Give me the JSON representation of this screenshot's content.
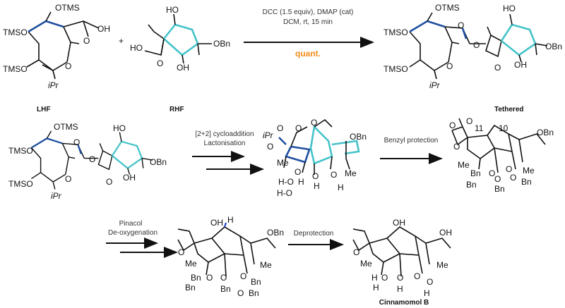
{
  "colors": {
    "left_fragment": "#1f4fa0",
    "right_fragment": "#45c3c9",
    "yield": "#f28c1b",
    "benzyl_label": "#1a3cd6",
    "highlight_h": "#1a3cd6"
  },
  "compounds": {
    "lhf": {
      "label": "LHF",
      "atoms": [
        "OTMS",
        "TMSO",
        "OH",
        "O",
        "TMSO",
        "O",
        "iPr"
      ]
    },
    "rhf": {
      "label": "RHF",
      "atoms": [
        "HO",
        "HO",
        "O",
        "OH",
        "OBn"
      ]
    },
    "tethered": {
      "label": "Tethered",
      "atoms": [
        "TMSO",
        "OTMS",
        "HO",
        "O",
        "O",
        "TMSO",
        "O",
        "iPr",
        "O",
        "OH",
        "OBn"
      ]
    },
    "tethered_copy": {
      "atoms": [
        "TMSO",
        "OTMS",
        "HO",
        "O",
        "O",
        "TMSO",
        "O",
        "iPr",
        "O",
        "OH",
        "OBn"
      ]
    },
    "cycloadduct": {
      "atoms": [
        "iPr",
        "O",
        "O",
        "O",
        "O",
        "OBn",
        "Me",
        "Me",
        "H-O",
        "H-O",
        "O",
        "H",
        "O",
        "H",
        "O",
        "H"
      ]
    },
    "benzylated": {
      "atoms": [
        "O",
        "O",
        "11",
        "10",
        "OBn",
        "O",
        "Me",
        "Me",
        "Bn",
        "O",
        "Bn",
        "O",
        "Bn",
        "O",
        "Bn",
        "O"
      ]
    },
    "deoxygenated": {
      "atoms": [
        "OH",
        "H",
        "OBn",
        "O",
        "Me",
        "Me",
        "Bn",
        "O",
        "Bn",
        "O",
        "Bn",
        "O",
        "Bn",
        "O",
        "Bn"
      ]
    },
    "cinnamomol_b": {
      "label": "Cinnamomol B",
      "atoms": [
        "OH",
        "OH",
        "O",
        "Me",
        "Me",
        "H",
        "O",
        "H",
        "O",
        "O",
        "H",
        "O",
        "H"
      ]
    }
  },
  "reactions": {
    "step1": {
      "line1": "DCC (1.5 equiv), DMAP (cat)",
      "line2": "DCM, rt, 15 min",
      "yield": "quant."
    },
    "step2": {
      "line1": "[2+2] cycloaddition",
      "line2": "Lactonisation"
    },
    "step3": {
      "line1": "Benzyl protection"
    },
    "step4": {
      "line1": "Pinacol",
      "line2": "De-oxygenation"
    },
    "step5": {
      "line1": "Deprotection"
    }
  }
}
